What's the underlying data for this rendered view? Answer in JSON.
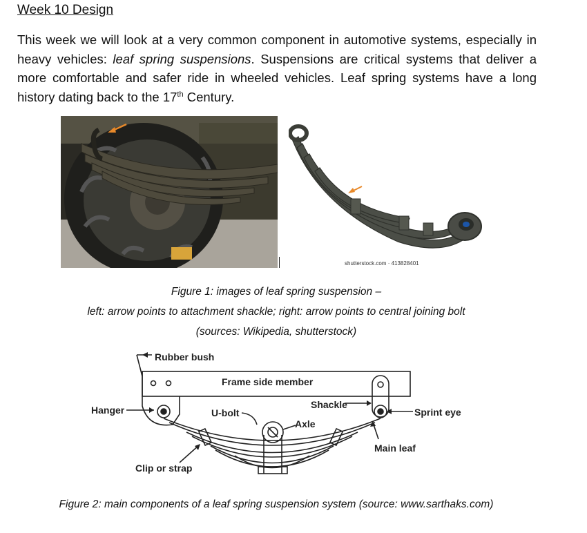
{
  "heading": "Week 10 Design",
  "intro": {
    "p1": "This week we will look at a very common component in automotive systems, especially in heavy vehicles: ",
    "em": "leaf spring suspensions",
    "p2": ". Suspensions are critical systems that deliver a more comfortable and safer ride in wheeled vehicles. Leaf spring systems have a long history dating back to the 17",
    "sup": "th",
    "p3": " Century."
  },
  "figure1": {
    "stock_credit": "shutterstock.com · 413828401",
    "caption_line1": "Figure 1: images of leaf spring suspension –",
    "caption_line2": "left: arrow points to attachment shackle; right: arrow points to central joining bolt",
    "caption_line3": "(sources: Wikipedia, shutterstock)"
  },
  "figure2": {
    "labels": {
      "rubber_bush": "Rubber bush",
      "frame_side_member": "Frame side member",
      "hanger": "Hanger",
      "shackle": "Shackle",
      "u_bolt": "U-bolt",
      "axle": "Axle",
      "sprint_eye": "Sprint eye",
      "main_leaf": "Main leaf",
      "clip_or_strap": "Clip or strap"
    },
    "caption": "Figure 2: main components of a leaf spring suspension system (source: www.sarthaks.com)"
  },
  "colors": {
    "arrow": "#e8892a",
    "text": "#111111"
  }
}
